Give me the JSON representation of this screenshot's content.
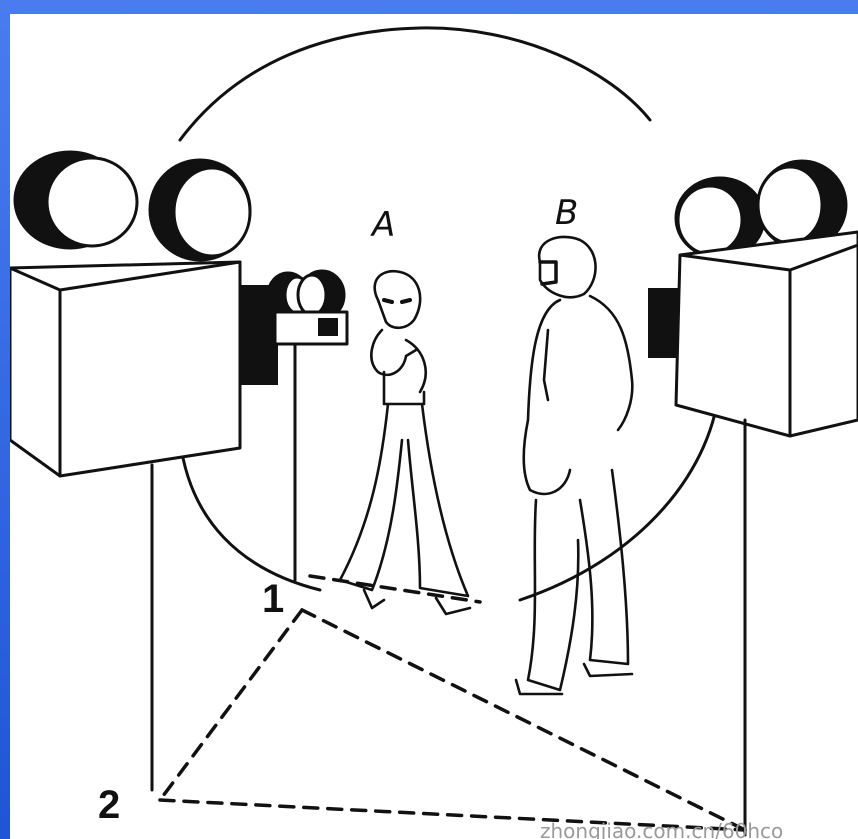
{
  "labels": {
    "person_a": "A",
    "person_b": "B",
    "position_1": "1",
    "position_2": "2"
  },
  "watermark": "zhongjiao.com.cn/60hco",
  "colors": {
    "frame": "#2a5fd8",
    "ink": "#111111",
    "paper": "#ffffff"
  }
}
